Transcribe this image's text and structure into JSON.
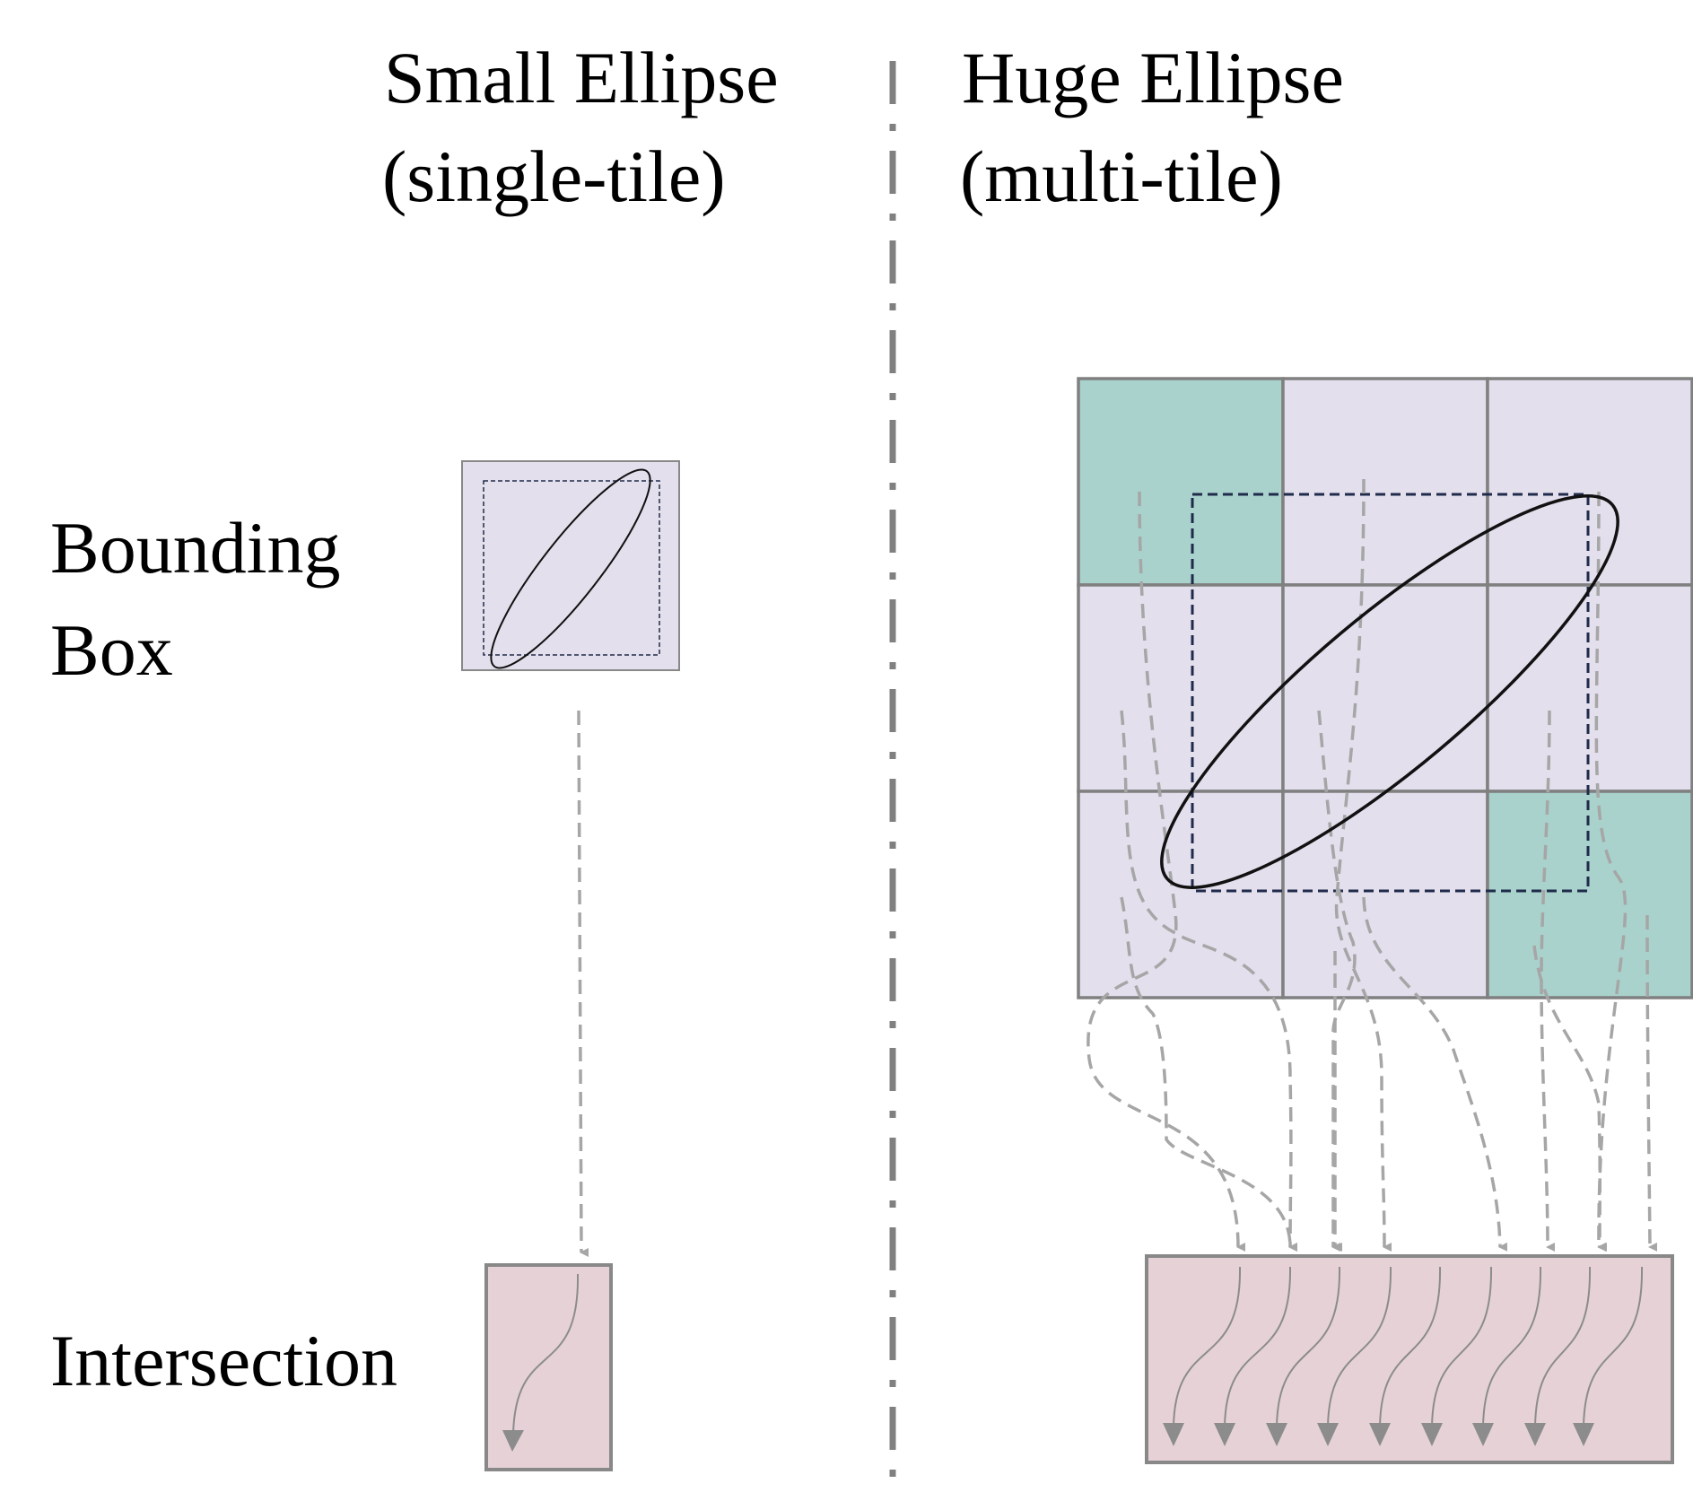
{
  "small_panel": {
    "title_line1": "Small Ellipse",
    "title_line2": "(single-tile)"
  },
  "huge_panel": {
    "title_line1": "Huge Ellipse",
    "title_line2": "(multi-tile)"
  },
  "row_labels": {
    "bounding_box_line1": "Bounding",
    "bounding_box_line2": "Box",
    "intersection": "Intersection"
  },
  "grid": {
    "rows": 3,
    "cols": 3,
    "highlighted_tiles": [
      [
        0,
        0
      ],
      [
        2,
        2
      ]
    ]
  },
  "colors": {
    "tile_fill": "#e3dfed",
    "tile_highlight": "#a9d2cc",
    "intersection_fill": "#e6d2d6",
    "grid_stroke": "#808080",
    "bbox_dash": "#1f2b4a",
    "arrow_dash": "#a6a6a6",
    "arrow_solid": "#8c8c8c",
    "divider": "#808080"
  }
}
